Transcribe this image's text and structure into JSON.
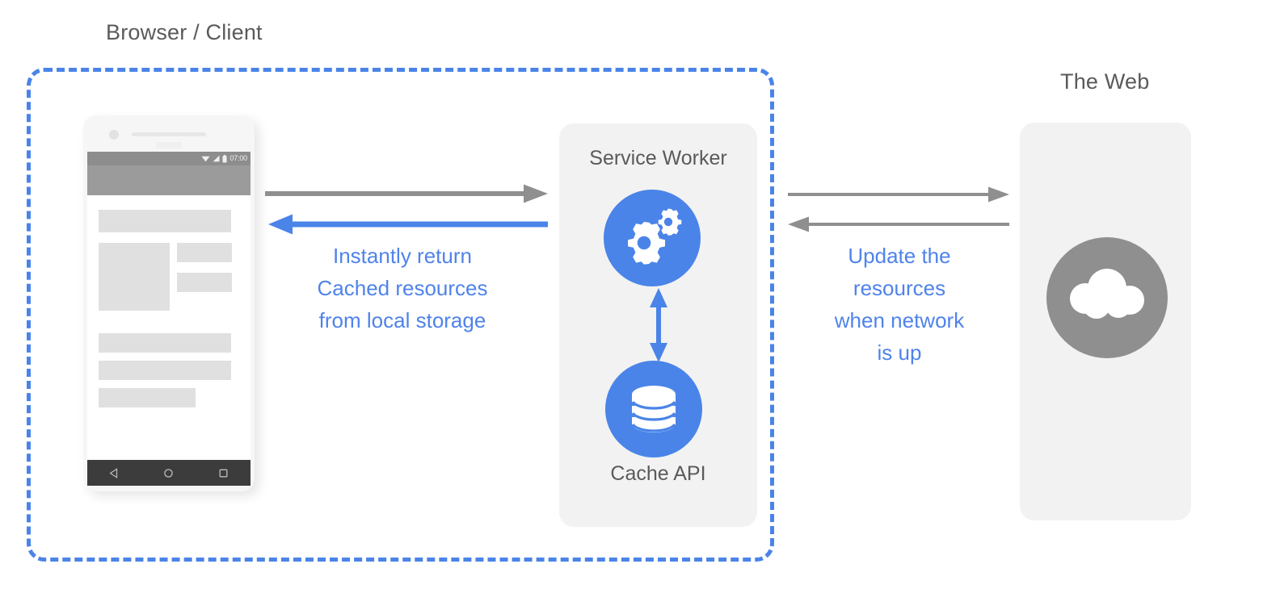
{
  "diagram": {
    "title_client": "Browser / Client",
    "title_web": "The Web",
    "colors": {
      "accent_blue": "#4a84e8",
      "text_blue": "#4f83ea",
      "grey_text": "#5a5a5a",
      "grey_arrow": "#8f8f8f",
      "panel_bg": "#f2f2f2",
      "cloud_circle": "#8f8f8f"
    }
  },
  "client_zone": {
    "label": "Browser / Client",
    "phone": {
      "status_bar": {
        "time": "07:00",
        "icons": [
          "wifi-icon",
          "signal-icon",
          "battery-icon"
        ]
      },
      "nav_bar": {
        "buttons": [
          "back-button",
          "home-button",
          "recents-button"
        ]
      }
    }
  },
  "service_worker_card": {
    "title": "Service Worker",
    "footer": "Cache API",
    "worker_icon": "gears-icon",
    "cache_icon": "database-icon",
    "internal_link": "bidirectional-arrow"
  },
  "web_card": {
    "title": "The Web",
    "icon": "cloud-icon"
  },
  "flows": {
    "client_request": {
      "label": "",
      "direction": "right",
      "color": "#8f8f8f"
    },
    "client_response": {
      "direction": "left",
      "color": "#4a84e8",
      "caption": "Instantly return\nCached resources\nfrom local storage"
    },
    "network_request": {
      "direction": "right",
      "color": "#8f8f8f"
    },
    "network_response": {
      "direction": "left",
      "color": "#8f8f8f",
      "caption": "Update the\nresources\nwhen network\nis up"
    }
  }
}
